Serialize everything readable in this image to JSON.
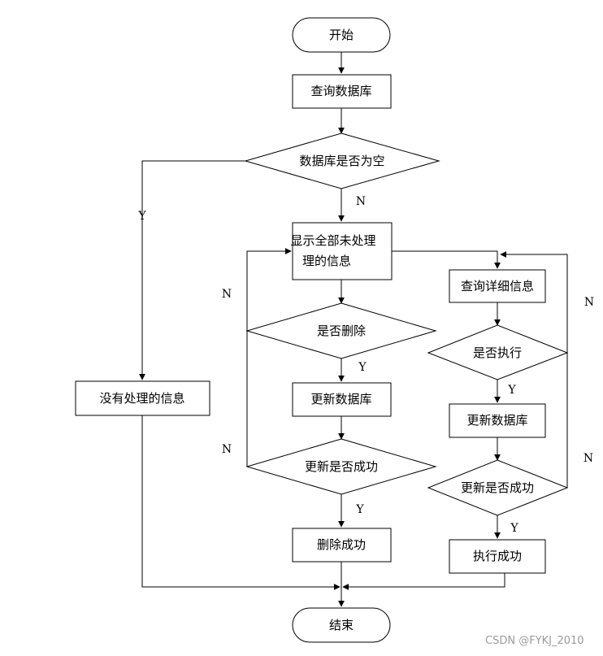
{
  "nodes": {
    "start": "开始",
    "query_db": "查询数据库",
    "db_empty_q": "数据库是否为空",
    "show_unprocessed_1": "显示全部未处理",
    "show_unprocessed_2": "理的信息",
    "no_unprocessed": "没有处理的信息",
    "delete_q": "是否删除",
    "update_db_left": "更新数据库",
    "update_success_q_left": "更新是否成功",
    "delete_success": "删除成功",
    "query_detail": "查询详细信息",
    "execute_q": "是否执行",
    "update_db_right": "更新数据库",
    "update_success_q_right": "更新是否成功",
    "execute_success": "执行成功",
    "end": "结束"
  },
  "edges": {
    "empty_no": "N",
    "empty_yes": "Y",
    "delete_no": "N",
    "delete_yes": "Y",
    "update_left_no": "N",
    "update_left_yes": "Y",
    "execute_no": "N",
    "execute_yes": "Y",
    "update_right_no": "N",
    "update_right_yes": "Y"
  },
  "watermark": "CSDN @FYKJ_2010",
  "colors": {
    "line": "#000000",
    "background": "#ffffff",
    "watermark": "#9a9a9a"
  }
}
